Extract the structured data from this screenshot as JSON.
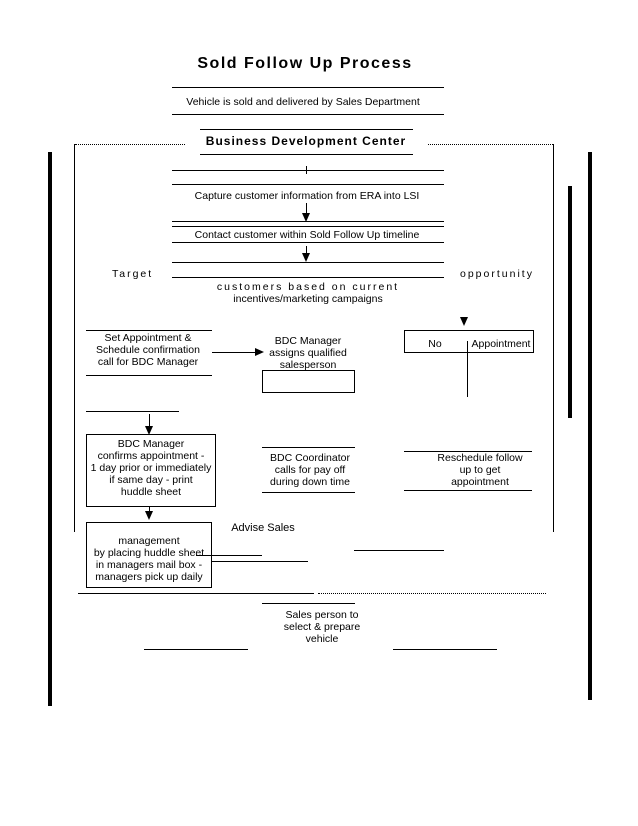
{
  "title": "Sold Follow Up Process",
  "step_sold": "Vehicle is sold and delivered by Sales Department",
  "bdc_header": "Business Development Center",
  "step_capture": "Capture customer information from ERA into LSI",
  "step_contact": "Contact customer within Sold Follow Up timeline",
  "target_left": "Target",
  "target_right": "opportunity",
  "target_line1": "customers based on current",
  "target_line2": "incentives/marketing campaigns",
  "set_appt": [
    "Set Appointment &",
    "Schedule confirmation",
    "call for BDC Manager"
  ],
  "bdc_mgr_assign": [
    "BDC Manager",
    "assigns qualified",
    "salesperson"
  ],
  "no_label": "No",
  "appointment_label": "Appointment",
  "bdc_confirm": [
    "BDC Manager",
    "confirms appointment -",
    "1 day prior or immediately",
    "if same day - print",
    "huddle sheet"
  ],
  "bdc_coord": [
    "BDC  Coordinator",
    "calls  for  pay  off",
    "during down time"
  ],
  "reschedule": [
    "Reschedule follow",
    "up to get",
    "appointment"
  ],
  "advise_sales": "Advise Sales",
  "management": [
    "management",
    "by placing huddle sheet",
    "in managers mail box -",
    "managers pick up daily"
  ],
  "salesperson": [
    "Sales person to",
    "select & prepare",
    "vehicle"
  ]
}
